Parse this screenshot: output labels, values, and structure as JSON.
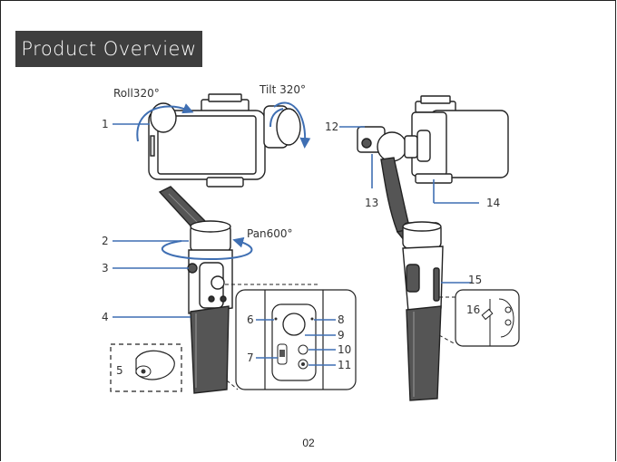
{
  "title": "Product Overview",
  "page_number": "02",
  "motion_labels": {
    "roll": "Roll320°",
    "tilt": "Tilt 320°",
    "pan": "Pan600°"
  },
  "callouts": [
    "1",
    "2",
    "3",
    "4",
    "5",
    "6",
    "7",
    "8",
    "9",
    "10",
    "11",
    "12",
    "13",
    "14",
    "15",
    "16"
  ],
  "colors": {
    "callout_line": "#3f6fb3",
    "banner": "#3e3e3e"
  }
}
